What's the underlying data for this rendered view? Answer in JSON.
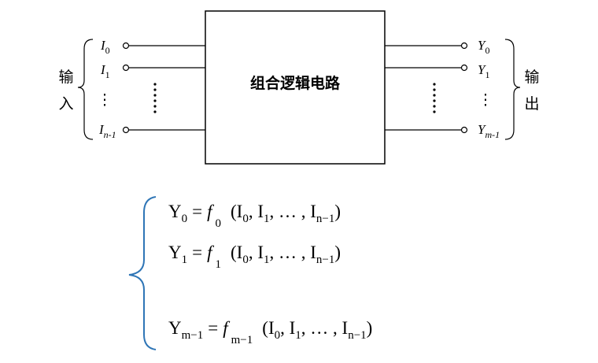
{
  "diagram": {
    "block_label": "组合逻辑电路",
    "input_group_label": [
      "输",
      "入"
    ],
    "output_group_label": [
      "输",
      "出"
    ],
    "inputs": [
      {
        "base": "I",
        "sub": "0"
      },
      {
        "base": "I",
        "sub": "1"
      },
      {
        "base": "I",
        "sub": "n-1"
      }
    ],
    "outputs": [
      {
        "base": "Y",
        "sub": "0"
      },
      {
        "base": "Y",
        "sub": "1"
      },
      {
        "base": "Y",
        "sub": "m-1"
      }
    ],
    "vdots": "⋮"
  },
  "equations": [
    {
      "lhs_base": "Y",
      "lhs_sub": "0",
      "eq": "=",
      "f": "f",
      "f_sub": "0",
      "args": "(I",
      "a0": "0",
      "sep1": ",  I",
      "a1": "1",
      "sep2": ",   … ,  I",
      "an": "n−1",
      "close": ")"
    },
    {
      "lhs_base": "Y",
      "lhs_sub": "1",
      "eq": "=",
      "f": "f",
      "f_sub": "1",
      "args": "(I",
      "a0": "0",
      "sep1": ",  I",
      "a1": "1",
      "sep2": ",   … ,  I",
      "an": "n−1",
      "close": ")"
    },
    {
      "lhs_base": "Y",
      "lhs_sub": "m−1",
      "eq": "=",
      "f": "f",
      "f_sub": "m−1",
      "args": "(I",
      "a0": "0",
      "sep1": ",  I",
      "a1": "1",
      "sep2": ",   … ,  I",
      "an": "n−1",
      "close": ")"
    }
  ],
  "colors": {
    "line": "#000000",
    "brace_blue": "#2e75b6"
  }
}
